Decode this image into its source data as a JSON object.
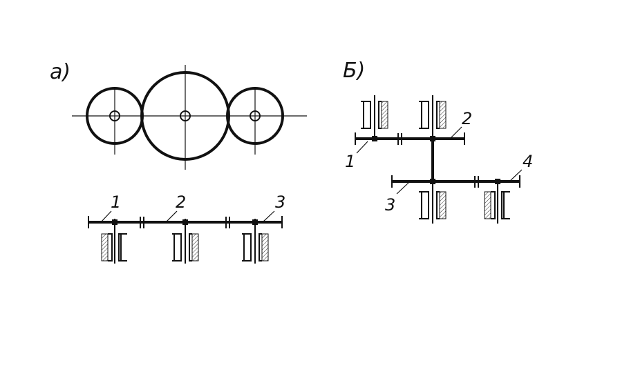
{
  "diagram": {
    "panel_a": {
      "label": "а)",
      "gear_labels": [
        "1",
        "2",
        "3"
      ]
    },
    "panel_b": {
      "label": "Б)",
      "gear_labels": [
        "1",
        "2",
        "3",
        "4"
      ]
    }
  }
}
